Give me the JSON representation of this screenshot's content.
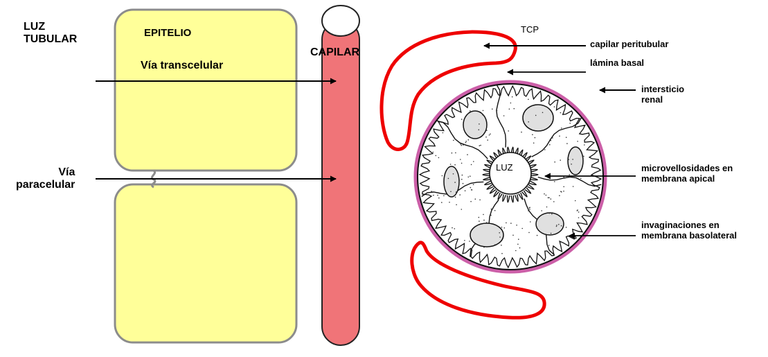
{
  "labels": {
    "luz_tubular": [
      "LUZ",
      "TUBULAR"
    ],
    "epitelio": "EPITELIO",
    "via_transcelular": "Vía transcelular",
    "via_paracelular": [
      "Vía",
      "paracelular"
    ],
    "capilar": "CAPILAR",
    "tcp": "TCP",
    "capilar_peritubular": "capilar peritubular",
    "lamina_basal": "lámina basal",
    "intersticio_renal": [
      "intersticio",
      "renal"
    ],
    "microvellosidades": [
      "microvellosidades en",
      "membrana apical"
    ],
    "invaginaciones": [
      "invaginaciones en",
      "membrana basolateral"
    ],
    "luz": "LUZ"
  },
  "colors": {
    "epithelium_fill": "#ffff99",
    "epithelium_border": "#8c8c8c",
    "capillary_fill": "#f07478",
    "capillary_wall": "#222222",
    "peritubular_capillary": "#ee0000",
    "basal_lamina": "#cc5fa8",
    "arrow": "#000000"
  }
}
